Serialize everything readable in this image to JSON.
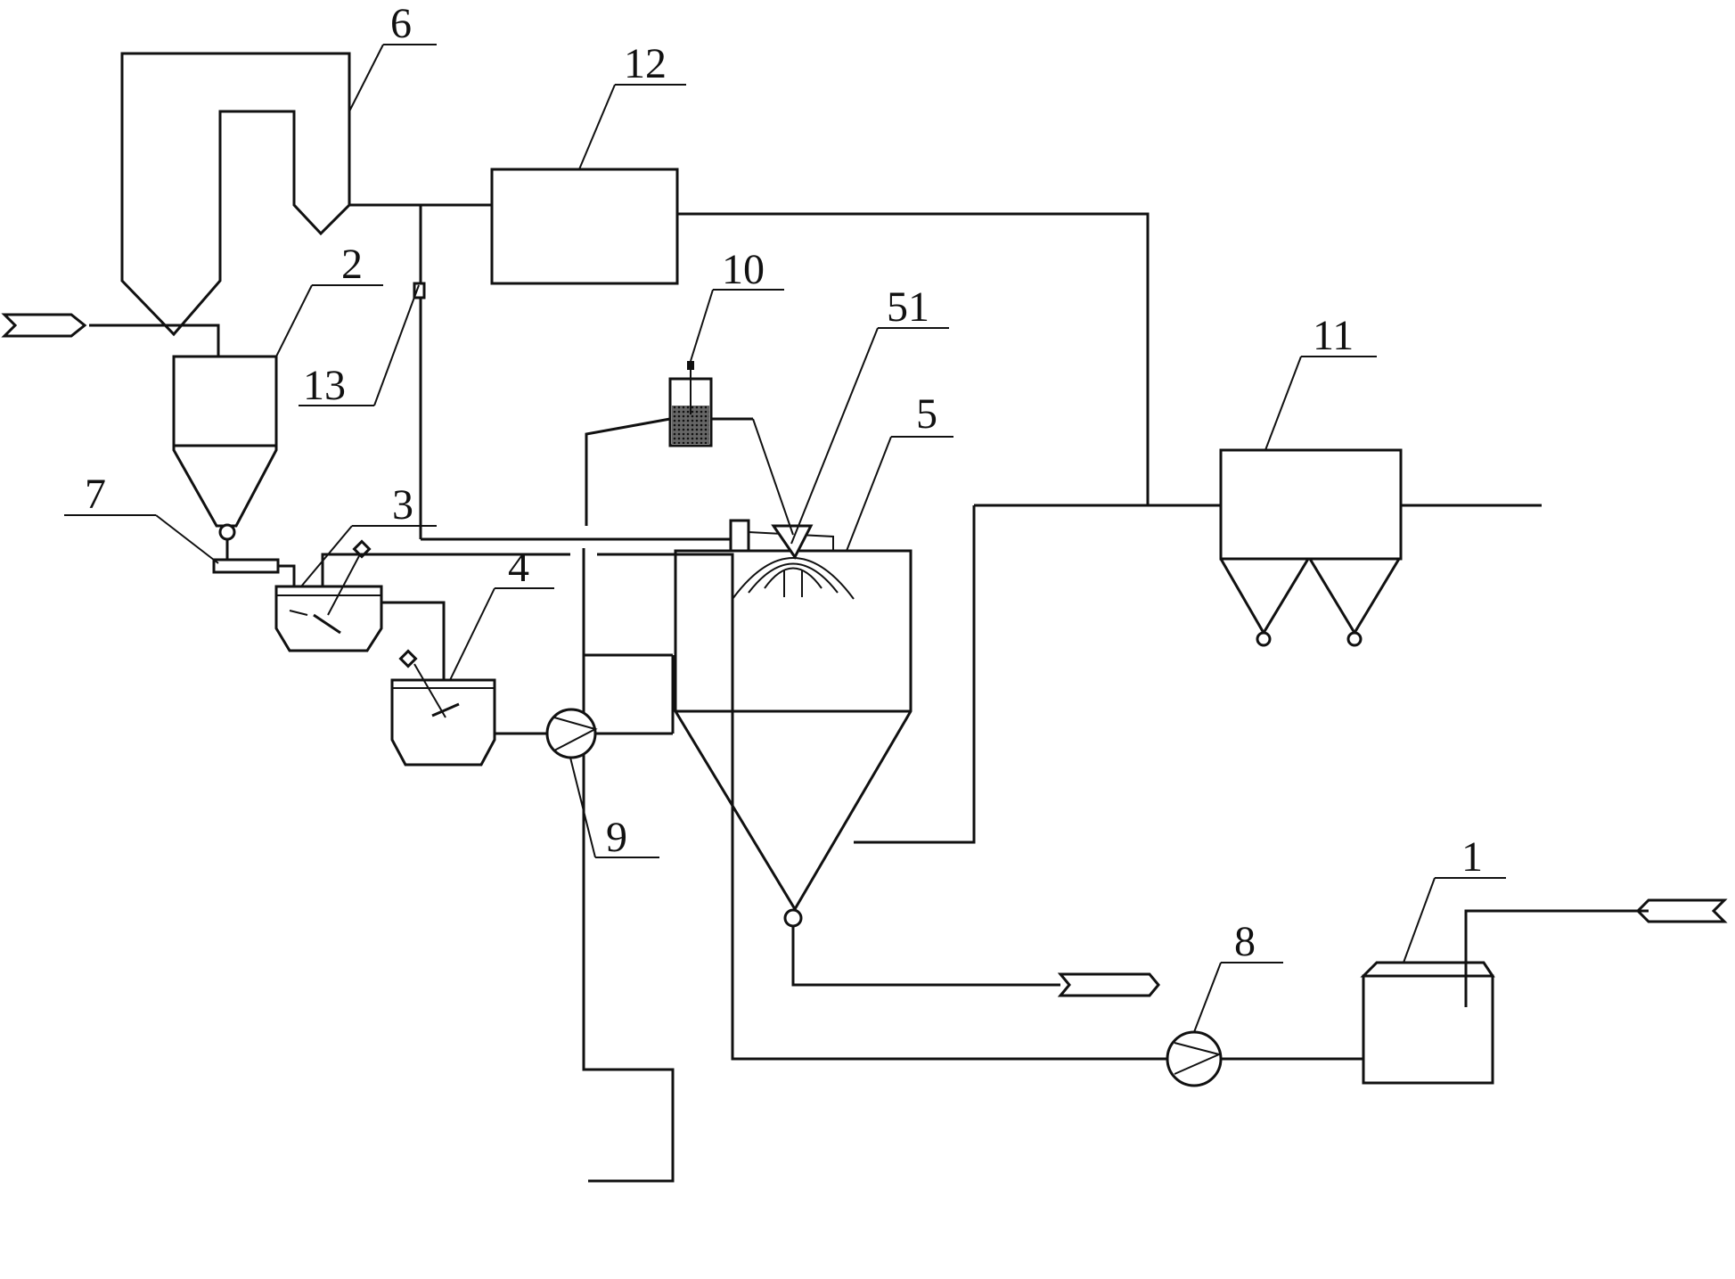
{
  "labels": {
    "l1": "1",
    "l2": "2",
    "l3": "3",
    "l4": "4",
    "l5": "5",
    "l51": "51",
    "l6": "6",
    "l7": "7",
    "l8": "8",
    "l9": "9",
    "l10": "10",
    "l11": "11",
    "l12": "12",
    "l13": "13"
  },
  "colors": {
    "line": "#111111",
    "fill_liquid": "#555555",
    "fill_powder": "#888888"
  }
}
